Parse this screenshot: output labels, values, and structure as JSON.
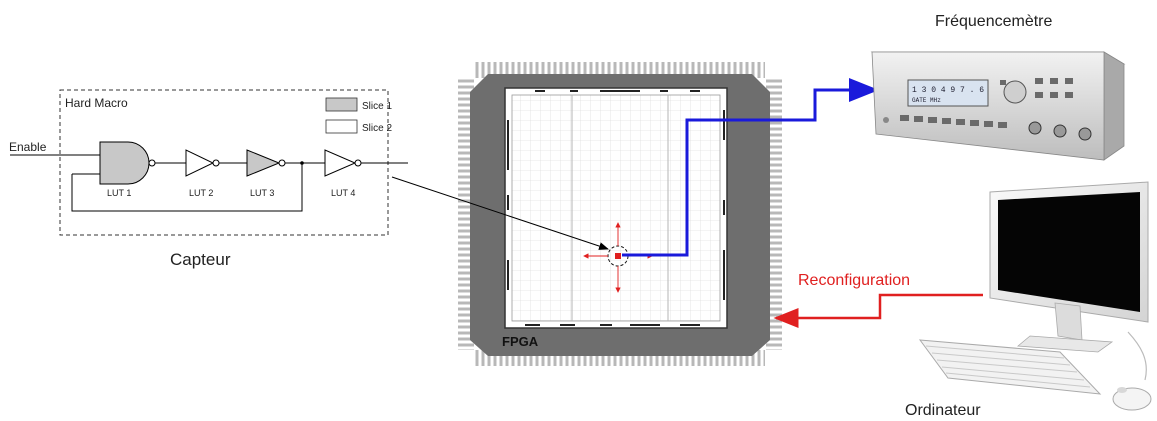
{
  "hard_macro": {
    "title": "Hard Macro",
    "input_label": "Enable",
    "legend": [
      {
        "label": "Slice 1",
        "fill": "#c8c8c8"
      },
      {
        "label": "Slice 2",
        "fill": "#ffffff"
      }
    ],
    "luts": [
      "LUT 1",
      "LUT 2",
      "LUT 3",
      "LUT 4"
    ],
    "caption": "Capteur"
  },
  "fpga": {
    "label": "FPGA"
  },
  "instrument": {
    "label": "Fréquencemètre",
    "display_line1": "1 3 0 4 9 7 . 6",
    "display_line2": "GATE  MHz"
  },
  "computer": {
    "label": "Ordinateur"
  },
  "links": {
    "reconfiguration_label": "Reconfiguration"
  },
  "colors": {
    "signal_link": "#1a1adb",
    "reconfig_link": "#e02020",
    "slice1_fill": "#c8c8c8",
    "fpga_body": "#6e6e6e",
    "sensor_marker": "#e02020"
  }
}
